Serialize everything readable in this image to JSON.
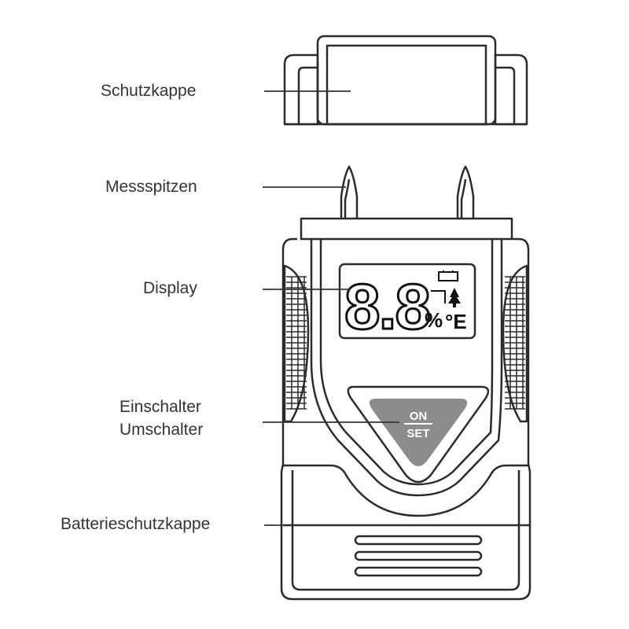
{
  "labels": {
    "cap": "Schutzkappe",
    "probes": "Messspitzen",
    "display": "Display",
    "switch_line1": "Einschalter",
    "switch_line2": "Umschalter",
    "battery_cover": "Batterieschutzkappe"
  },
  "button": {
    "on": "ON",
    "set": "SET"
  },
  "lcd": {
    "reading": "8.8",
    "unit": "%",
    "mode": "°E"
  },
  "colors": {
    "outline": "#2b2b2b",
    "button_fill": "#8c8c8c",
    "button_text": "#ffffff",
    "leader": "#333333"
  }
}
